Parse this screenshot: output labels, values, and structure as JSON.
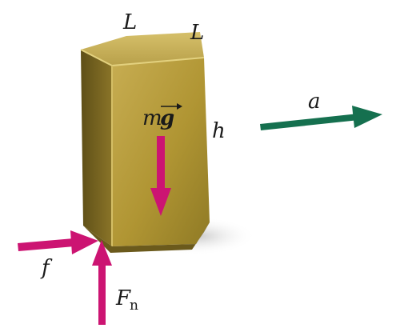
{
  "labels": {
    "edge_left": "L",
    "edge_right": "L",
    "height": "h",
    "weight_m": "m",
    "weight_g": "g",
    "accel": "a",
    "friction": "f",
    "normal": "F",
    "normal_sub": "n"
  },
  "colors": {
    "force_arrow": "#cc1472",
    "accel_arrow": "#15704f",
    "block_front": "#b59b3e",
    "block_side": "#6e5d1d",
    "block_top": "#c9b35a",
    "text": "#1a1a1a"
  }
}
